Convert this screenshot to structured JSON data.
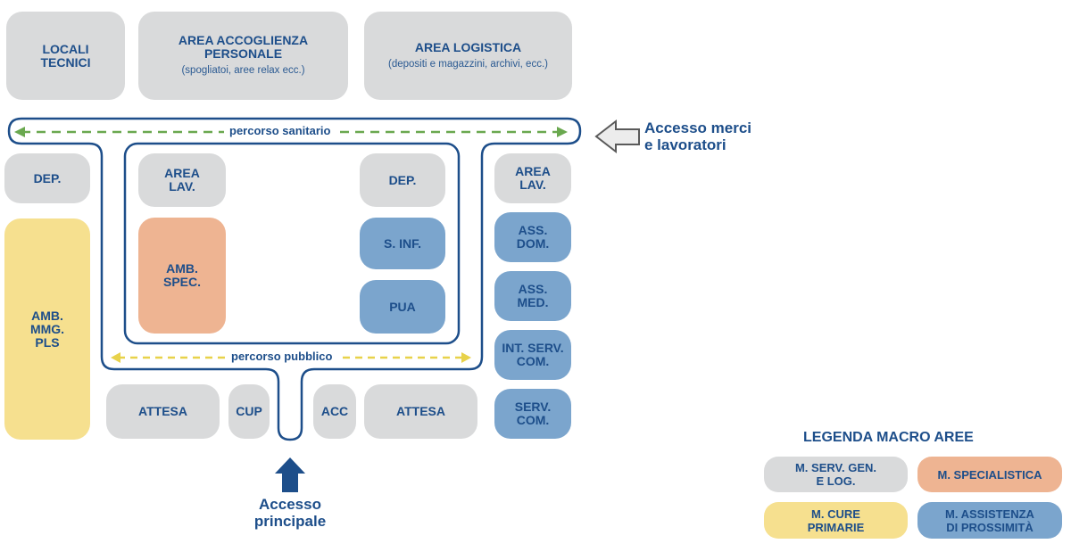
{
  "top": {
    "locali_tecnici": "LOCALI\nTECNICI",
    "area_accoglienza": {
      "title": "AREA ACCOGLIENZA\nPERSONALE",
      "subtitle": "(spogliatoi, aree relax ecc.)"
    },
    "area_logistica": {
      "title": "AREA LOGISTICA",
      "subtitle": "(depositi e magazzini, archivi, ecc.)"
    }
  },
  "paths": {
    "sanitario": "percorso sanitario",
    "pubblico": "percorso pubblico"
  },
  "access": {
    "merci": "Accesso merci\ne lavoratori",
    "principale": "Accesso\nprincipale"
  },
  "left": {
    "dep": "DEP.",
    "amb_mmg": "AMB.\nMMG.\nPLS"
  },
  "inner": {
    "area_lav": "AREA\nLAV.",
    "amb_spec": "AMB.\nSPEC.",
    "dep": "DEP.",
    "s_inf": "S. INF.",
    "pua": "PUA"
  },
  "right": {
    "area_lav": "AREA\nLAV.",
    "ass_dom": "ASS.\nDOM.",
    "ass_med": "ASS.\nMED.",
    "int_serv_com": "INT. SERV.\nCOM.",
    "serv_com": "SERV.\nCOM."
  },
  "bottom": {
    "attesa_left": "ATTESA",
    "cup": "CUP",
    "acc": "ACC",
    "attesa_right": "ATTESA"
  },
  "legend": {
    "title": "LEGENDA MACRO AREE",
    "items": [
      "M. SERV. GEN.\nE LOG.",
      "M. SPECIALISTICA",
      "M. CURE\nPRIMARIE",
      "M. ASSISTENZA\nDI PROSSIMITÀ"
    ]
  },
  "colors": {
    "gray": "#d9dadb",
    "blue": "#7ba5cd",
    "orange": "#eeb492",
    "yellow": "#f6e08f",
    "navy": "#1d4e8a",
    "green_dash": "#6aa84f",
    "yellow_dash": "#e8d24a"
  }
}
